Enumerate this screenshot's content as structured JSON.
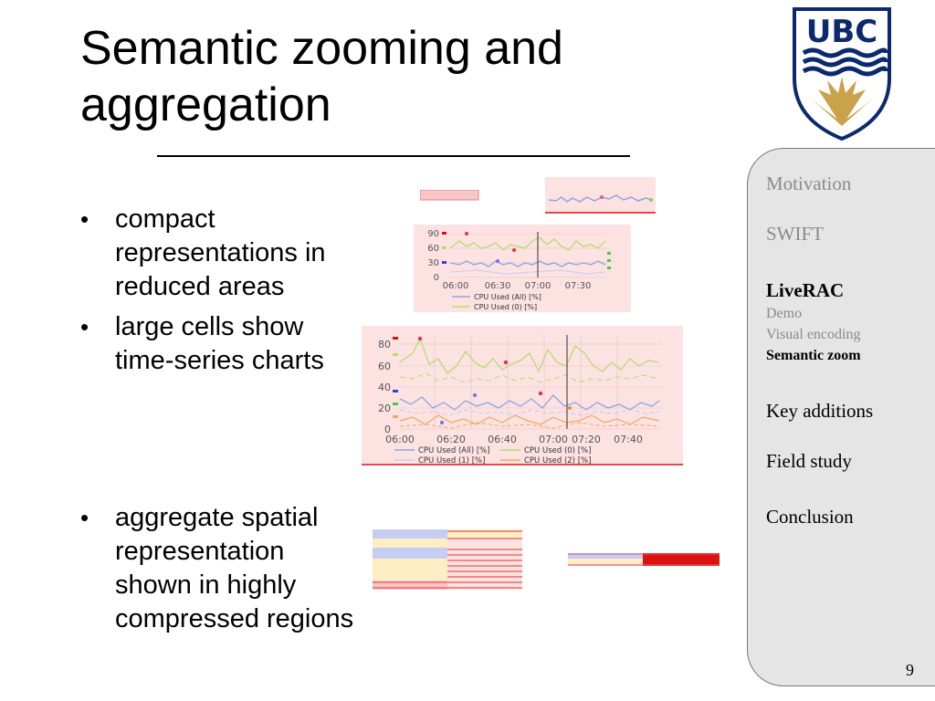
{
  "slide": {
    "title": "Semantic zooming and aggregation",
    "page_number": "9"
  },
  "bullets": [
    {
      "text": "compact representations in reduced areas"
    },
    {
      "text": "large cells show time-series charts"
    },
    {
      "text": "aggregate spatial representation shown in highly compressed regions"
    }
  ],
  "sidebar": {
    "items": [
      {
        "label": "Motivation",
        "style": "major-grey"
      },
      {
        "label": "SWIFT",
        "style": "major-grey"
      },
      {
        "label": "LiveRAC",
        "style": "major-bold"
      },
      {
        "label": "Demo",
        "style": "minor-grey"
      },
      {
        "label": "Visual encoding",
        "style": "minor-grey"
      },
      {
        "label": "Semantic zoom",
        "style": "minor-bold"
      },
      {
        "label": "Key additions",
        "style": "major"
      },
      {
        "label": "Field study",
        "style": "major"
      },
      {
        "label": "Conclusion",
        "style": "major"
      }
    ]
  },
  "logo": {
    "text": "UBC",
    "icon": "ubc-crest-icon",
    "colors": {
      "navy": "#0b2a6e",
      "gold": "#c9a24a"
    }
  },
  "chart_medium": {
    "y_ticks": [
      "0",
      "30",
      "60",
      "90"
    ],
    "x_ticks": [
      "06:00",
      "06:30",
      "07:00",
      "07:30"
    ],
    "legend": [
      "CPU Used (All) [%]",
      "CPU Used (0) [%]"
    ]
  },
  "chart_large": {
    "y_ticks": [
      "0",
      "20",
      "40",
      "60",
      "80"
    ],
    "x_ticks": [
      "06:00",
      "06:20",
      "06:40",
      "07:00",
      "07:20",
      "07:40"
    ],
    "legend": [
      "CPU Used (All) [%]",
      "CPU Used (0) [%]",
      "CPU Used (1) [%]",
      "CPU Used (2) [%]"
    ]
  },
  "colors": {
    "cell_bg": "#fde2e2",
    "accent_red": "#dd1111",
    "series_blue": "#8ea6e0",
    "series_green": "#b6dc6e",
    "series_orange": "#f4a460",
    "band_blue": "#c6cdf5",
    "band_yellow": "#fdeec3"
  }
}
